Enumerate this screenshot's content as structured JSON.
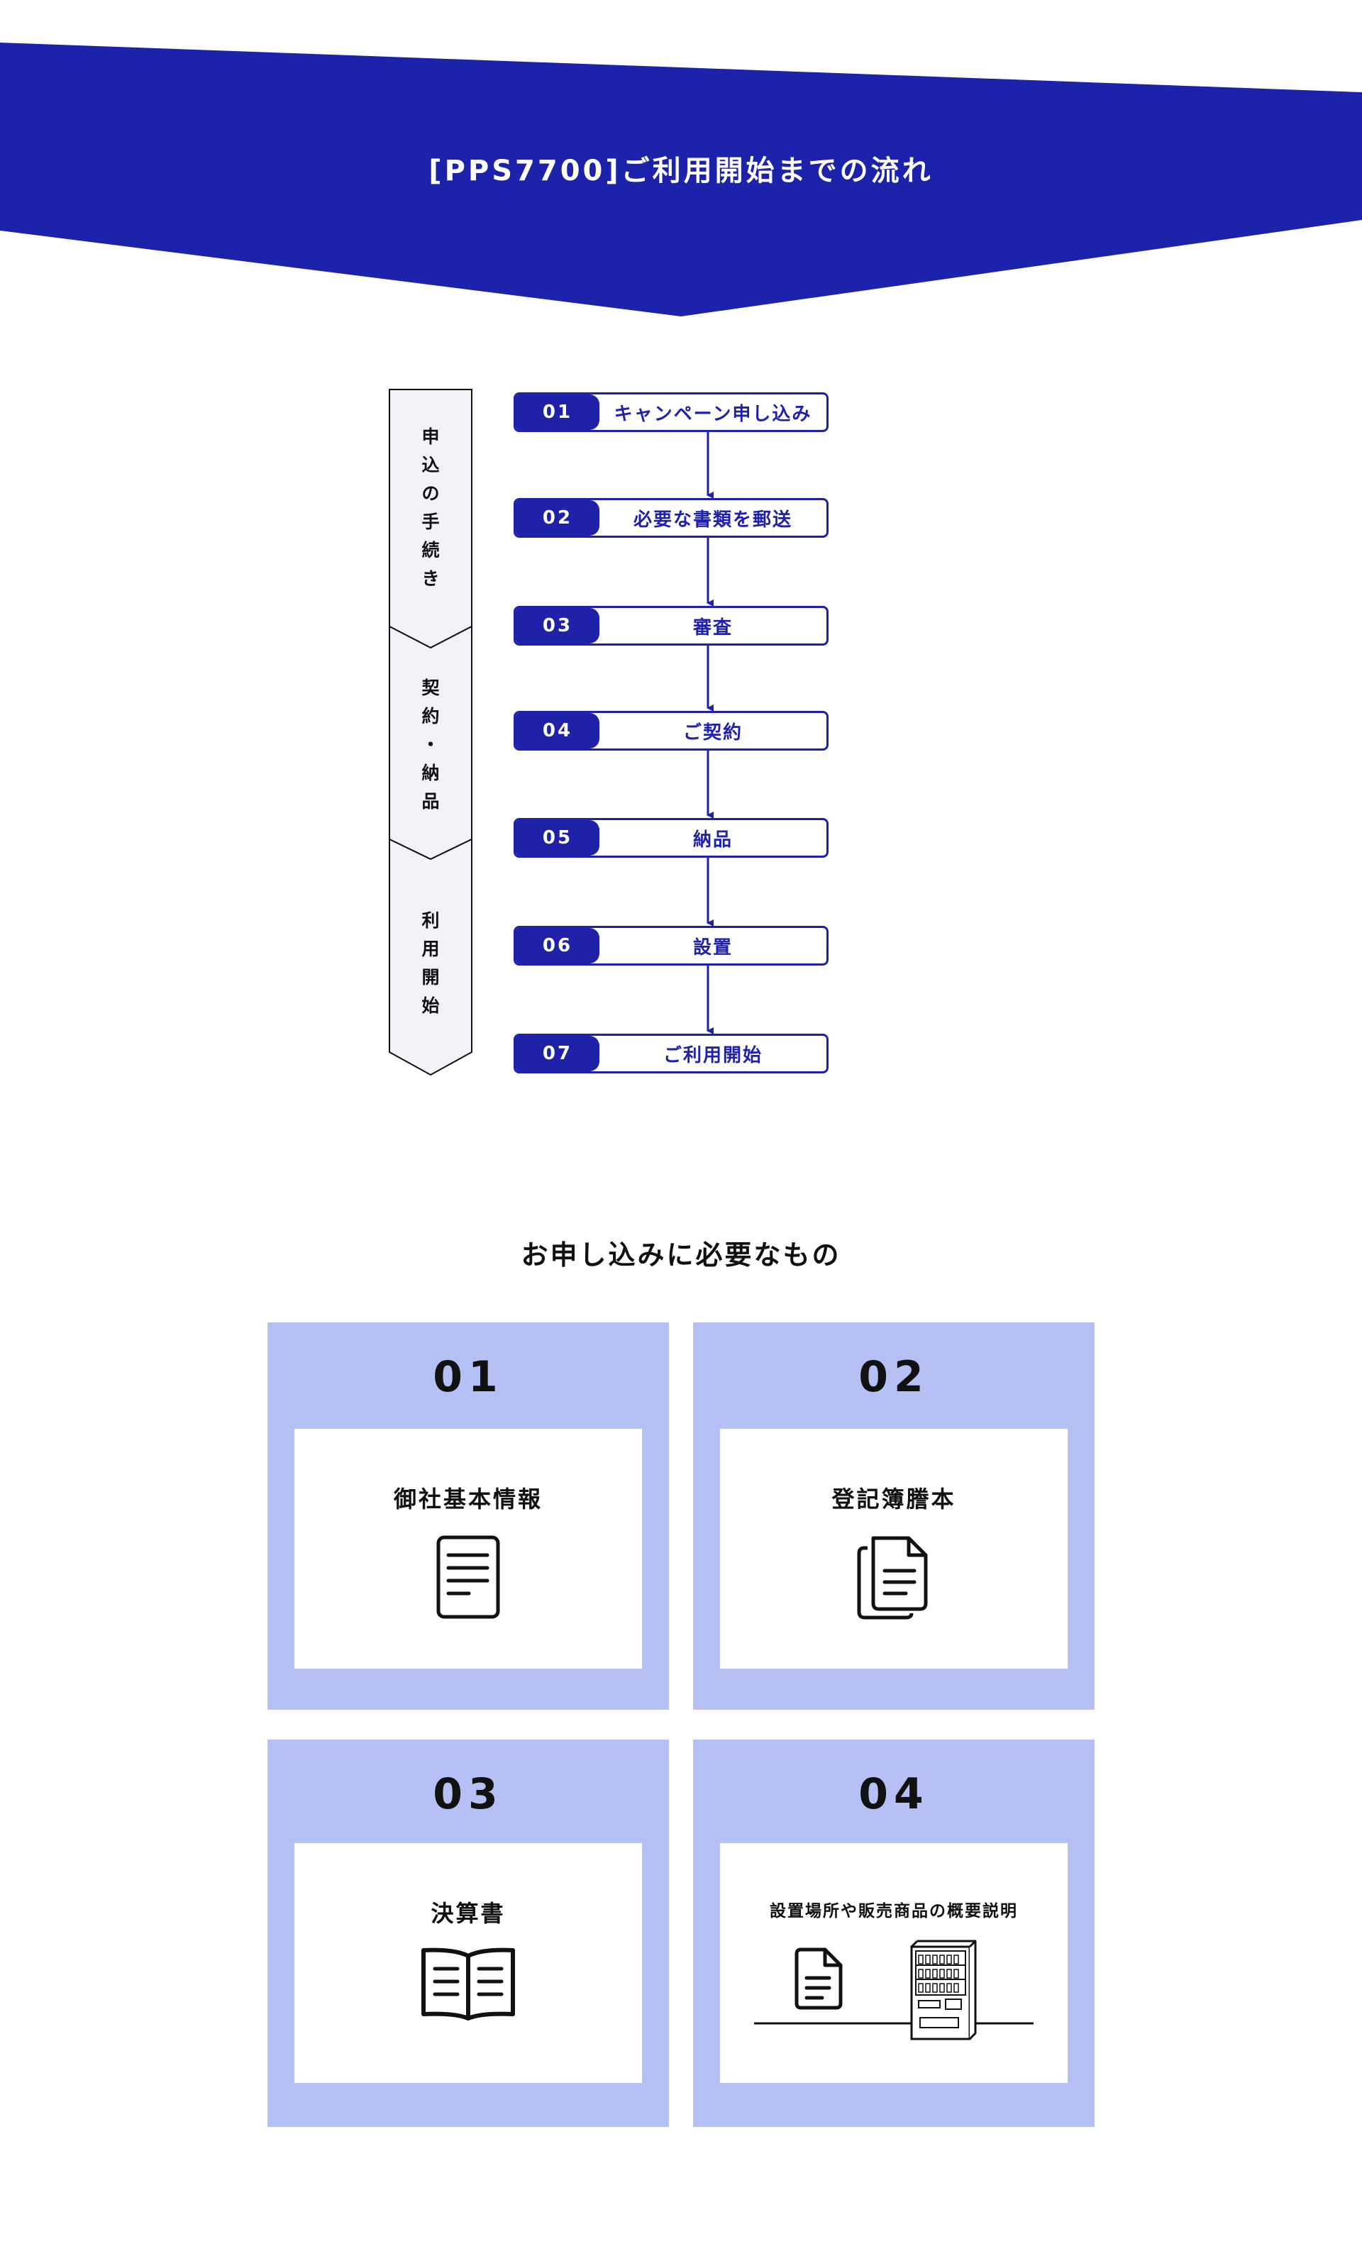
{
  "header": {
    "title": "[PPS7700]ご利用開始までの流れ",
    "bg_color": "#1c22a9"
  },
  "phases": [
    {
      "chars": [
        "申",
        "込",
        "の",
        "手",
        "続",
        "き"
      ]
    },
    {
      "chars": [
        "契",
        "約",
        "・",
        "納",
        "品"
      ]
    },
    {
      "chars": [
        "利",
        "用",
        "開",
        "始"
      ]
    }
  ],
  "steps": [
    {
      "num": "01",
      "label": "キャンペーン申し込み"
    },
    {
      "num": "02",
      "label": "必要な書類を郵送"
    },
    {
      "num": "03",
      "label": "審査"
    },
    {
      "num": "04",
      "label": "ご契約"
    },
    {
      "num": "05",
      "label": "納品"
    },
    {
      "num": "06",
      "label": "設置"
    },
    {
      "num": "07",
      "label": "ご利用開始"
    }
  ],
  "requirements": {
    "heading": "お申し込みに必要なもの",
    "cards": [
      {
        "num": "01",
        "title": "御社基本情報",
        "icon": "document-icon"
      },
      {
        "num": "02",
        "title": "登記簿謄本",
        "icon": "documents-stack-icon"
      },
      {
        "num": "03",
        "title": "決算書",
        "icon": "open-book-icon"
      },
      {
        "num": "04",
        "title": "設置場所や販売商品の概要説明",
        "icon": "vending-machine-icon"
      }
    ],
    "card_color": "#b5c0f5"
  },
  "accent_color": "#1f22a8"
}
